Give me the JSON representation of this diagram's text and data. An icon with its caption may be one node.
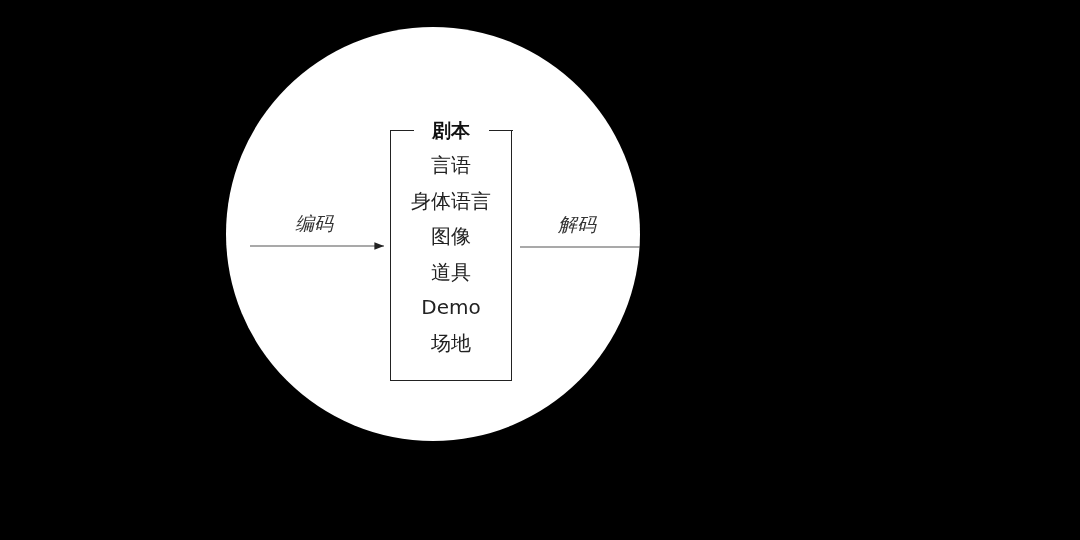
{
  "diagram": {
    "nodes": [
      {
        "text": [],
        "shape": "circle"
      },
      {
        "text": [
          "剧本",
          "言语",
          "身体语言",
          "图像",
          "道具",
          "Demo",
          "场地"
        ],
        "in": 0
      }
    ],
    "edges": [
      {
        "from": null,
        "to": 1,
        "arrow": "to",
        "label": "编码"
      },
      {
        "from": 1,
        "to": null,
        "arrow": "none",
        "label": "解码"
      }
    ]
  }
}
